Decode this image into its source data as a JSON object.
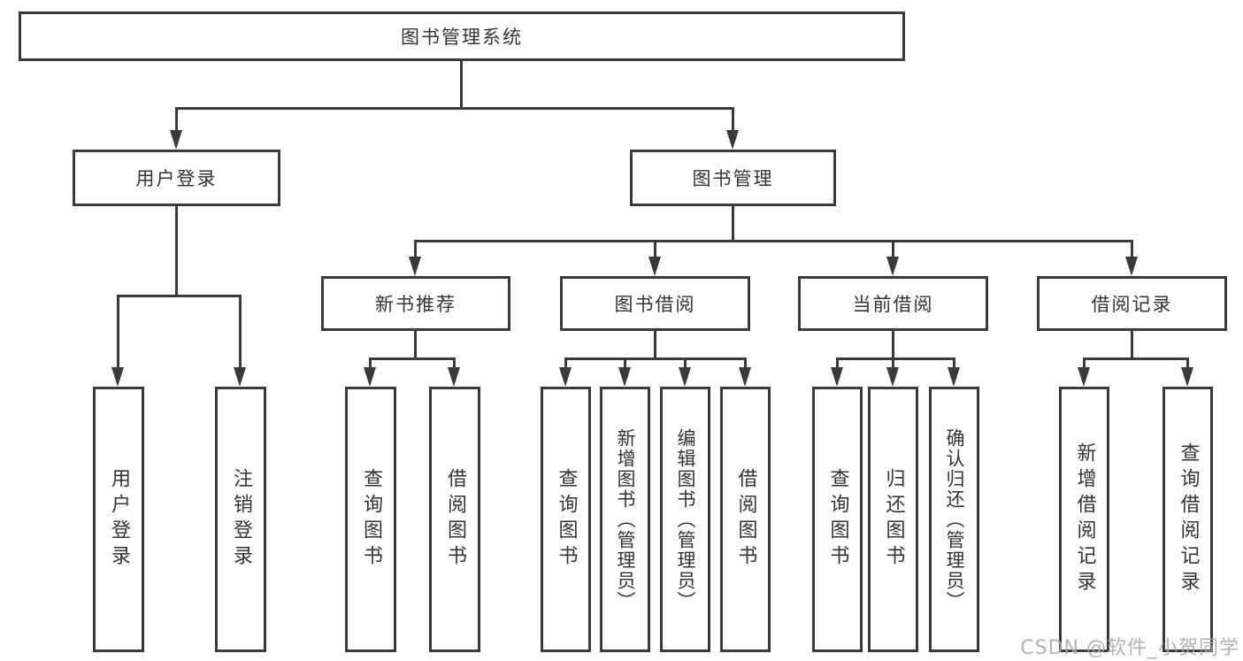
{
  "root": {
    "label": "图书管理系统"
  },
  "level2": {
    "user_login": "用户登录",
    "book_mgmt": "图书管理"
  },
  "level3": {
    "new_book_rec": "新书推荐",
    "book_borrow": "图书借阅",
    "current_borrow": "当前借阅",
    "borrow_record": "借阅记录"
  },
  "leaves": {
    "user_login": "用户登录",
    "logout": "注销登录",
    "nb_query_book": "查询图书",
    "nb_borrow_book": "借阅图书",
    "bb_query_book": "查询图书",
    "bb_add_book": "新增图书（管理员）",
    "bb_edit_book": "编辑图书（管理员）",
    "bb_borrow_book": "借阅图书",
    "cb_query_book": "查询图书",
    "cb_return_book": "归还图书",
    "cb_confirm_return": "确认归还（管理员）",
    "br_add_record": "新增借阅记录",
    "br_query_record": "查询借阅记录"
  },
  "watermark": "CSDN @软件_小贺同学",
  "colors": {
    "line": "#3a3a3a",
    "text": "#333333",
    "background": "#ffffff",
    "watermark": "#aaaaaa"
  }
}
